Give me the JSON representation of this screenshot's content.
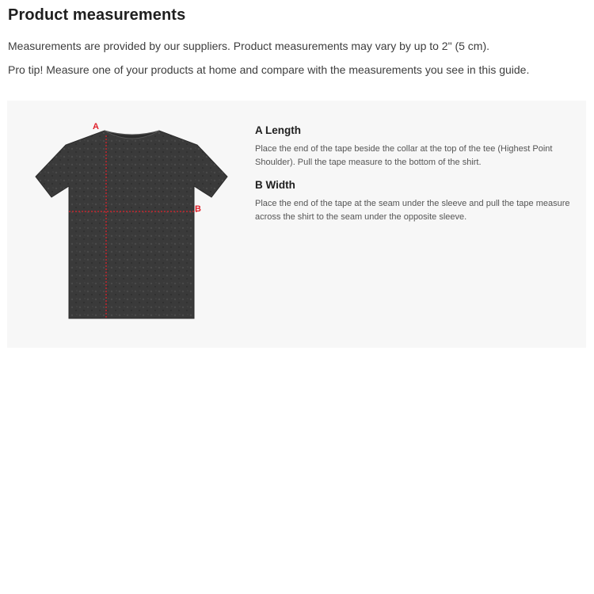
{
  "title": "Product measurements",
  "intro": {
    "line1": "Measurements are provided by our suppliers. Product measurements may vary by up to 2\" (5 cm).",
    "line2": "Pro tip! Measure one of your products at home and compare with the measurements you see in this guide."
  },
  "diagram": {
    "label_a": "A",
    "label_b": "B",
    "shirt_color": "#3a3a3a",
    "guide_line_color": "#e0202a"
  },
  "measurements": [
    {
      "heading": "A Length",
      "description": "Place the end of the tape beside the collar at the top of the tee (Highest Point Shoulder). Pull the tape measure to the bottom of the shirt."
    },
    {
      "heading": "B Width",
      "description": "Place the end of the tape at the seam under the sleeve and pull the tape measure across the shirt to the seam under the opposite sleeve."
    }
  ],
  "colors": {
    "panel_background": "#f7f7f7",
    "heading_text": "#1f1f1f",
    "body_text": "#555555"
  }
}
